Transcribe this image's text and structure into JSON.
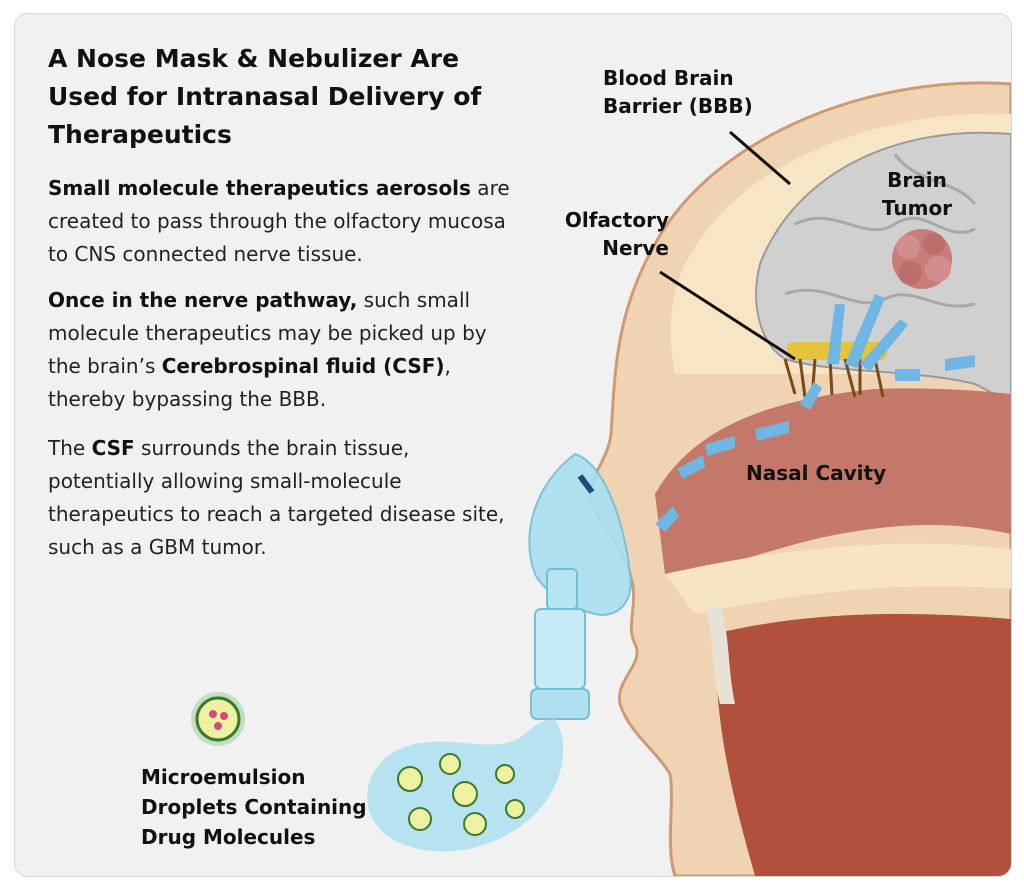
{
  "title": "A Nose Mask & Nebulizer Are Used for Intranasal Delivery of Therapeutics",
  "paragraph1": {
    "bold": "Small molecule therapeutics aerosols",
    "text": " are created to pass through the olfactory mucosa to CNS connected nerve tissue."
  },
  "paragraph2": {
    "bold": "Once in the nerve pathway,",
    "text1": " such small molecule therapeutics may be picked up by the brain’s ",
    "bold2": "Cerebrospinal fluid (CSF)",
    "text2": ", thereby bypassing the BBB."
  },
  "paragraph3": {
    "text1": "The ",
    "bold": "CSF",
    "text2": " surrounds the brain tissue, potentially allowing small-molecule therapeutics to reach a targeted disease site, such as a GBM tumor."
  },
  "labels": {
    "bbb_line1": "Blood Brain",
    "bbb_line2": "Barrier (BBB)",
    "brain_tumor_line1": "Brain",
    "brain_tumor_line2": "Tumor",
    "olfactory_line1": "Olfactory",
    "olfactory_line2": "Nerve",
    "nasal_cavity": "Nasal Cavity",
    "droplet_line1": "Microemulsion",
    "droplet_line2": "Droplets Containing",
    "droplet_line3": "Drug Molecules"
  },
  "colors": {
    "skin": "#efd3b2",
    "skull": "#f6e4c4",
    "brain": "#cfcfcf",
    "nasal": "#c77a6d",
    "mouth": "#b6503f",
    "mask": "#a9dff0",
    "arrow": "#6fb6e4",
    "tumor": "#c87a7a"
  }
}
